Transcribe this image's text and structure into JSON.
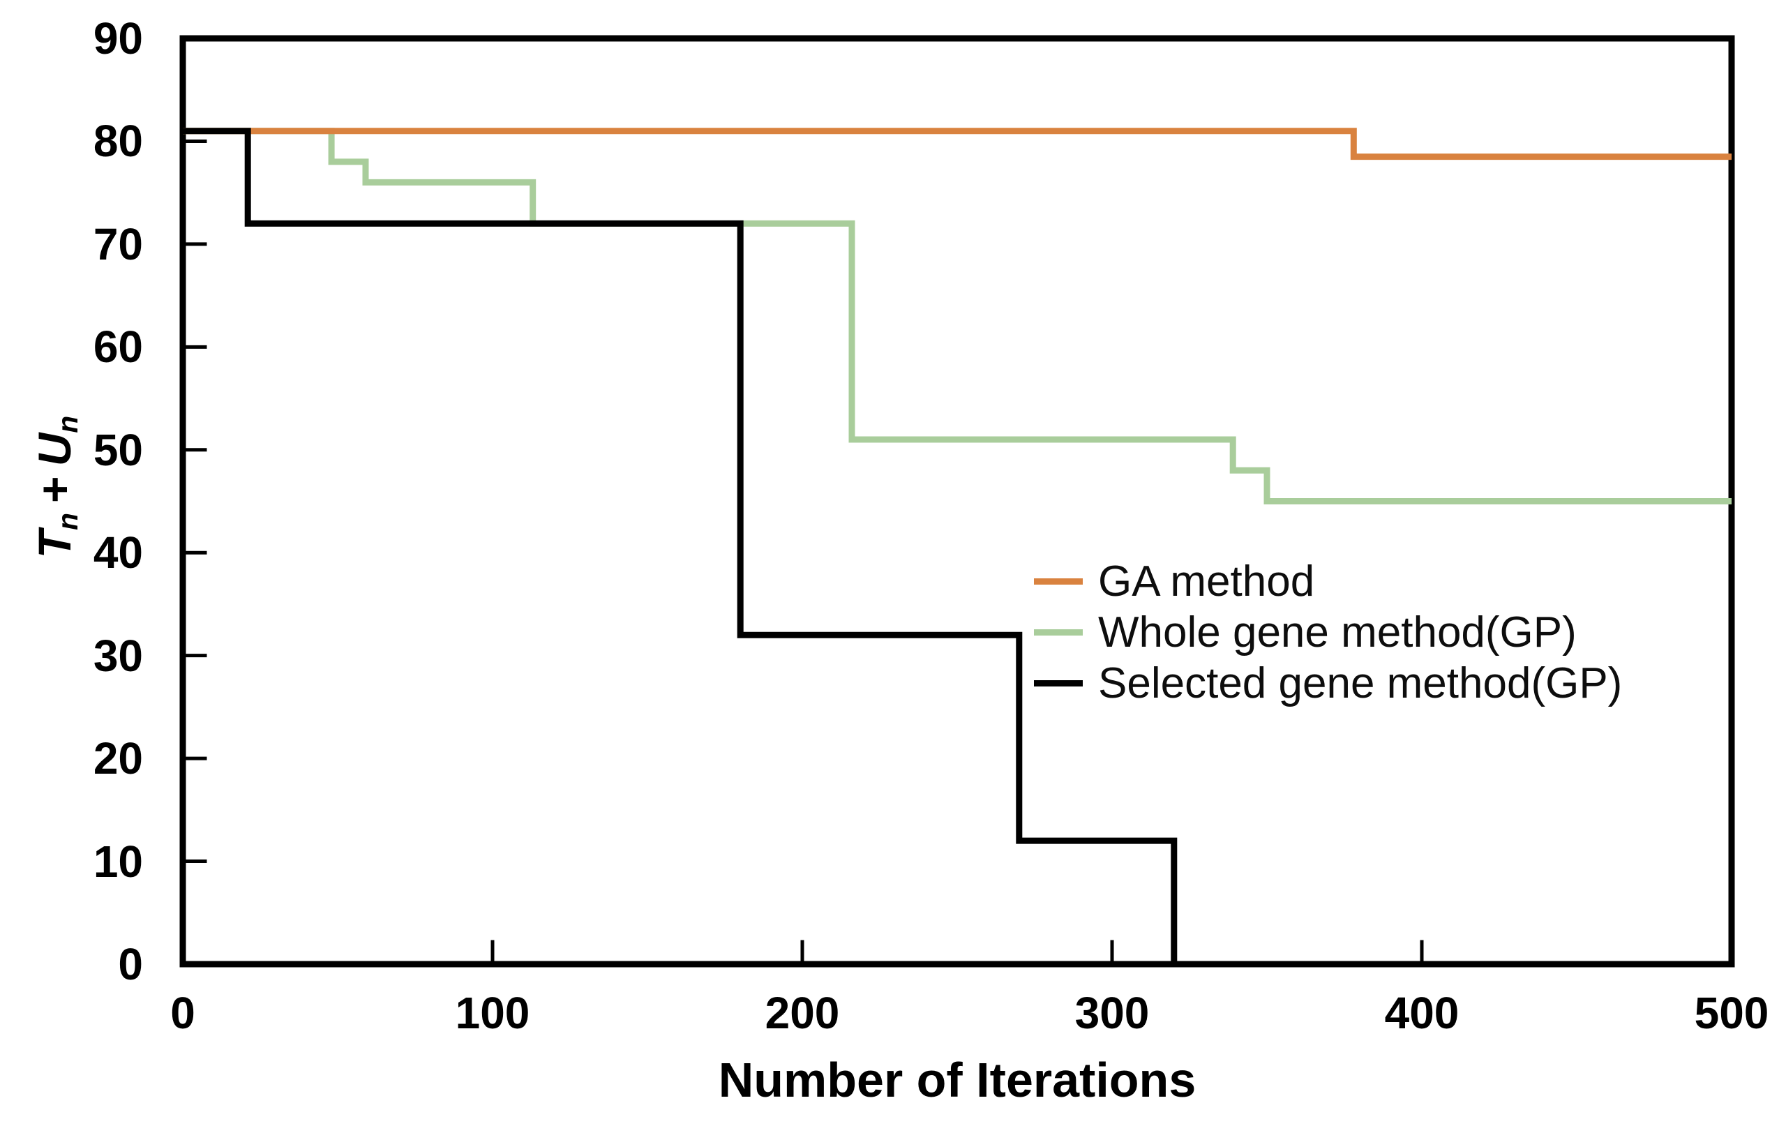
{
  "figure": {
    "background": "#ffffff",
    "text_color": "#000000"
  },
  "chart_data": {
    "type": "line",
    "subtype": "step",
    "title": "",
    "xlabel": "Number of Iterations",
    "ylabel": "Tn + Un",
    "ylabel_parts": {
      "term1": "T",
      "term1_sub": "n",
      "operator": "+",
      "term2": "U",
      "term2_sub": "n"
    },
    "xlim": [
      0,
      500
    ],
    "ylim": [
      0,
      90
    ],
    "x_ticks": [
      0,
      100,
      200,
      300,
      400,
      500
    ],
    "y_ticks": [
      0,
      10,
      20,
      30,
      40,
      50,
      60,
      70,
      80,
      90
    ],
    "grid": false,
    "tick_direction": "in",
    "legend_position": "inside-right",
    "axis_color": "#000000",
    "series": [
      {
        "name": "GA method",
        "color": "#d9823f",
        "z": 2,
        "points": [
          [
            0,
            81
          ],
          [
            378,
            81
          ],
          [
            378,
            78.5
          ],
          [
            500,
            78.5
          ]
        ]
      },
      {
        "name": "Whole gene method(GP)",
        "color": "#a9cd9b",
        "z": 1,
        "points": [
          [
            0,
            81
          ],
          [
            48,
            81
          ],
          [
            48,
            78
          ],
          [
            59,
            78
          ],
          [
            59,
            76
          ],
          [
            113,
            76
          ],
          [
            113,
            72
          ],
          [
            216,
            72
          ],
          [
            216,
            51
          ],
          [
            339,
            51
          ],
          [
            339,
            48
          ],
          [
            350,
            48
          ],
          [
            350,
            45
          ],
          [
            500,
            45
          ]
        ]
      },
      {
        "name": "Selected gene method(GP)",
        "color": "#000000",
        "z": 3,
        "points": [
          [
            0,
            81
          ],
          [
            21,
            81
          ],
          [
            21,
            72
          ],
          [
            180,
            72
          ],
          [
            180,
            32
          ],
          [
            270,
            32
          ],
          [
            270,
            12
          ],
          [
            320,
            12
          ],
          [
            320,
            0
          ]
        ]
      }
    ]
  }
}
